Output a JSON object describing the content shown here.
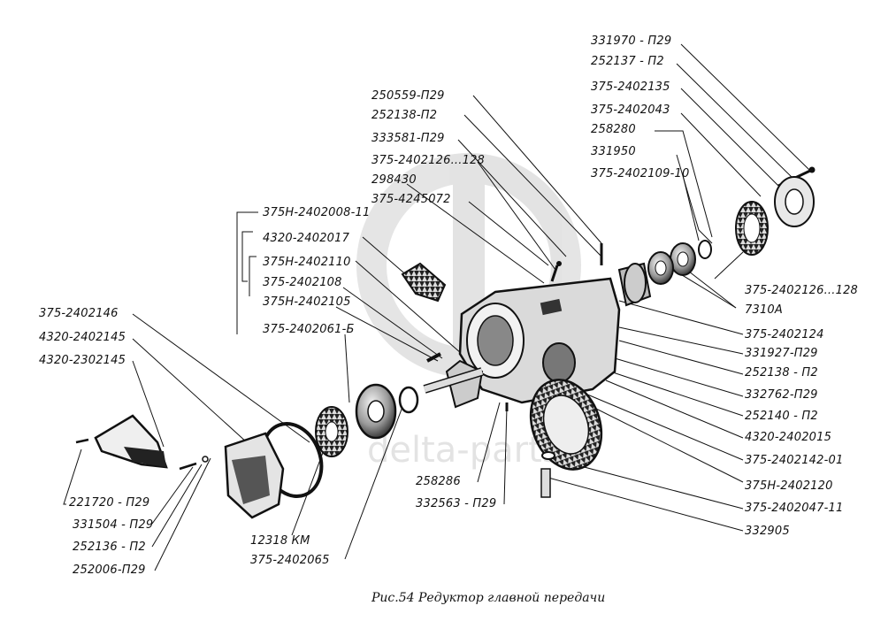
{
  "caption": "Рис.54 Редуктор главной передачи",
  "watermark": "delta-parts",
  "labels": {
    "l01": "331970 - П29",
    "l02": "252137 - П2",
    "l03": "375-2402135",
    "l04": "375-2402043",
    "l05": "258280",
    "l06": "331950",
    "l07": "375-2402109-10",
    "l08": "250559-П29",
    "l09": "252138-П2",
    "l10": "333581-П29",
    "l11": "375-2402126...128",
    "l12": "298430",
    "l13": "375-4245072",
    "l14": "375Н-2402008-11",
    "l15": "4320-2402017",
    "l16": "375Н-2402110",
    "l17": "375-2402108",
    "l18": "375Н-2402105",
    "l19": "375-2402061-Б",
    "l20": "375-2402146",
    "l21": "4320-2402145",
    "l22": "4320-2302145",
    "l23": "375-2402126...128",
    "l24": "7310А",
    "l25": "375-2402124",
    "l26": "331927-П29",
    "l27": "252138 - П2",
    "l28": "332762-П29",
    "l29": "252140 - П2",
    "l30": "4320-2402015",
    "l31": "375-2402142-01",
    "l32": "375Н-2402120",
    "l33": "375-2402047-11",
    "l34": "332905",
    "l35": "258286",
    "l36": "332563 - П29",
    "l37": "221720 - П29",
    "l38": "331504 - П29",
    "l39": "252136 - П2",
    "l40": "252006-П29",
    "l41": "12318 КМ",
    "l42": "375-2402065"
  }
}
